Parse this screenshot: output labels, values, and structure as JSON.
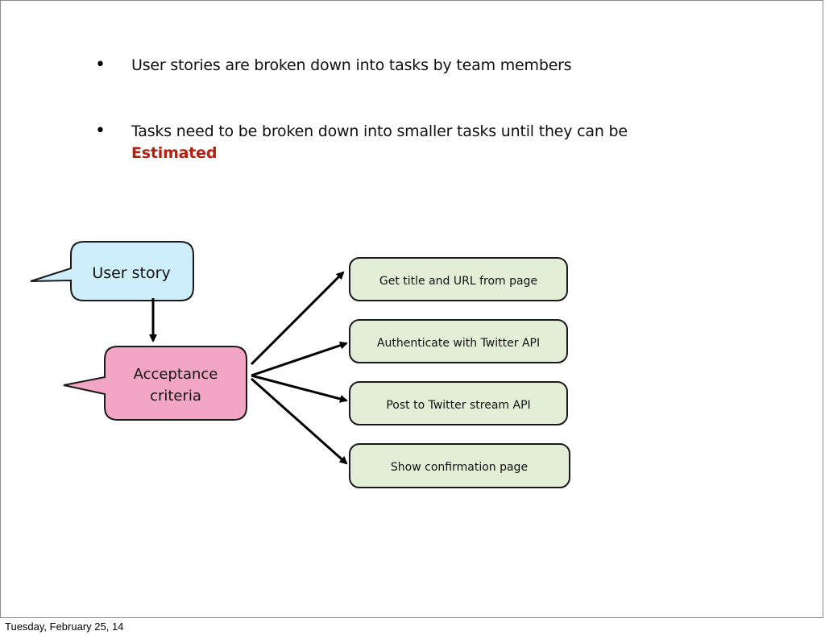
{
  "bullets": [
    {
      "text": "User stories are broken down into tasks by team members"
    },
    {
      "text": "Tasks need to be broken down into smaller tasks until they can be",
      "highlight": "Estimated"
    }
  ],
  "diagram": {
    "user_story": "User story",
    "acceptance_lines": [
      "Acceptance",
      "criteria"
    ],
    "tasks": [
      "Get title and URL from page",
      "Authenticate with Twitter API",
      "Post to Twitter stream API",
      "Show confirmation page"
    ]
  },
  "colors": {
    "user_story_fill": "#cdeffb",
    "acceptance_fill": "#f2a6c4",
    "task_fill": "#e2efd6",
    "highlight": "#b3200e"
  },
  "footer": {
    "date": "Tuesday, February 25, 14"
  }
}
